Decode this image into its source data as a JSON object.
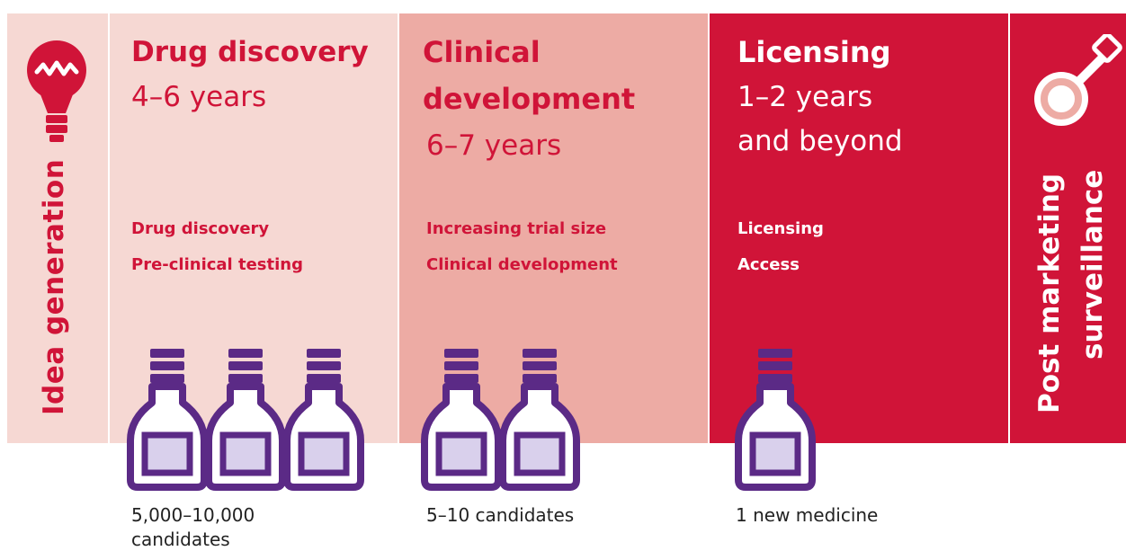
{
  "stages": {
    "idea": {
      "label": "Idea generation"
    },
    "discovery": {
      "title": "Drug discovery",
      "duration": "4–6 years",
      "activities": [
        "Drug discovery",
        "Pre-clinical testing"
      ],
      "candidates_line1": "5,000–10,000",
      "candidates_line2": "candidates",
      "bottle_count": 3
    },
    "clinical": {
      "title_line1": "Clinical",
      "title_line2": "development",
      "duration": "6–7 years",
      "activities": [
        "Increasing trial size",
        "Clinical development"
      ],
      "candidates": "5–10 candidates",
      "bottle_count": 2
    },
    "licensing": {
      "title": "Licensing",
      "duration_line1": "1–2 years",
      "duration_line2": "and beyond",
      "activities": [
        "Licensing",
        "Access"
      ],
      "candidates": "1 new medicine",
      "bottle_count": 1
    },
    "post": {
      "label_line1": "Post marketing",
      "label_line2": "surveillance"
    }
  },
  "icons": {
    "idea": "lightbulb-icon",
    "post": "magnifying-glass-icon",
    "candidate": "medicine-bottle-icon"
  },
  "colors": {
    "light_pink": "#f6d8d3",
    "mid_pink": "#edaba4",
    "crimson": "#d01438",
    "purple": "#5b2a86",
    "lavender": "#d9d0ec"
  }
}
